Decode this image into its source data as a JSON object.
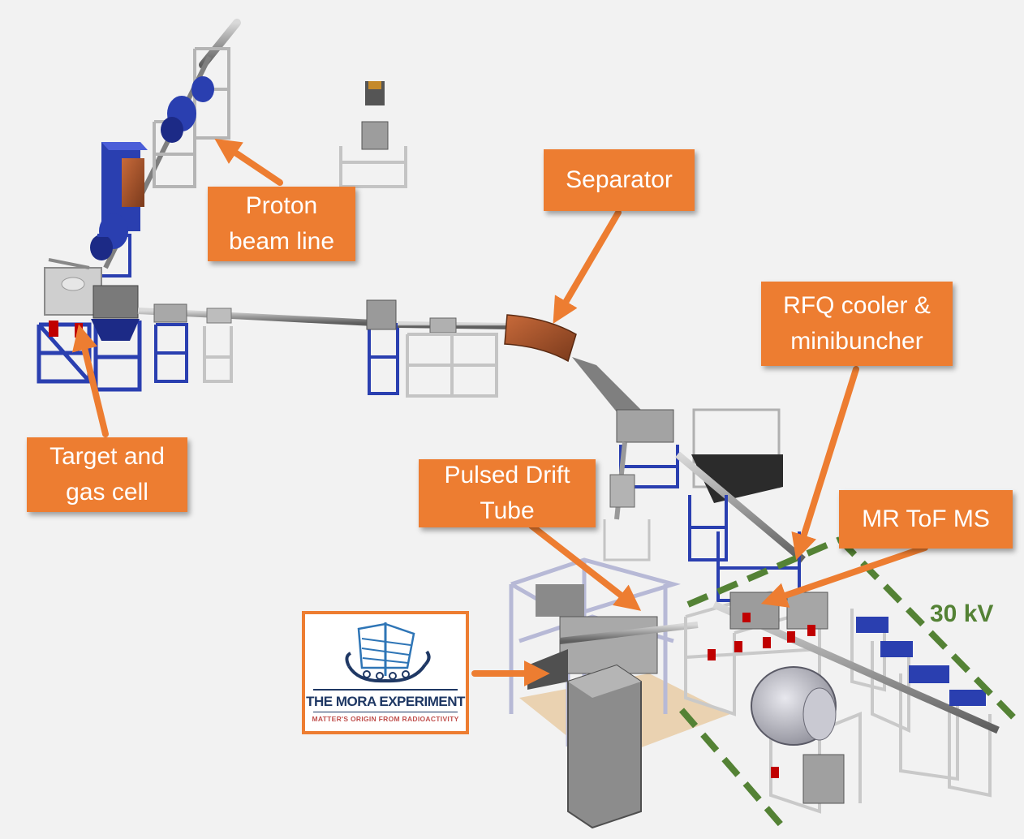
{
  "labels": {
    "proton": "Proton\nbeam line",
    "separator": "Separator",
    "rfq": "RFQ cooler &\nminibuncher",
    "target": "Target and\ngas cell",
    "pdt": "Pulsed Drift\nTube",
    "mrtof": "MR ToF MS"
  },
  "voltage": "30 kV",
  "logo": {
    "title": "THE MORA EXPERIMENT",
    "subtitle": "MATTER'S ORIGIN FROM RADIOACTIVITY"
  },
  "colors": {
    "callout": "#ed7d31",
    "frame_blue": "#2a3fb0",
    "steel": "#8c8c8c",
    "hv_zone": "#548235",
    "logo_navy": "#1f3864"
  }
}
